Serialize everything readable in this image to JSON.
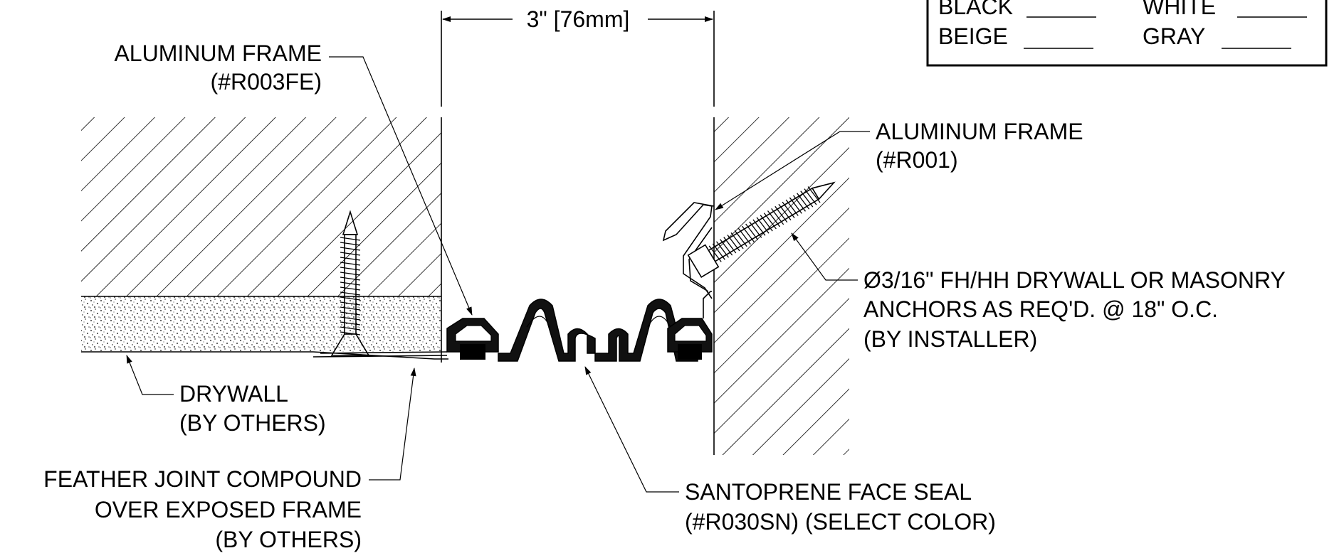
{
  "dimension": {
    "text": "3\" [76mm]"
  },
  "color_box": {
    "items": [
      {
        "label": "BLACK",
        "blank": "_____"
      },
      {
        "label": "WHITE",
        "blank": "_____"
      },
      {
        "label": "BEIGE",
        "blank": "_____"
      },
      {
        "label": "GRAY",
        "blank": "_____"
      }
    ]
  },
  "callouts": {
    "frame_left": {
      "line1": "ALUMINUM FRAME",
      "line2": "(#R003FE)"
    },
    "frame_right": {
      "line1": "ALUMINUM FRAME",
      "line2": "(#R001)"
    },
    "anchors": {
      "line1": "Ø3/16\" FH/HH DRYWALL OR MASONRY",
      "line2": "ANCHORS AS REQ'D. @ 18\" O.C.",
      "line3": "(BY INSTALLER)"
    },
    "drywall": {
      "line1": "DRYWALL",
      "line2": "(BY OTHERS)"
    },
    "feather": {
      "line1": "FEATHER JOINT COMPOUND",
      "line2": "OVER EXPOSED FRAME",
      "line3": "(BY OTHERS)"
    },
    "seal": {
      "line1": "SANTOPRENE FACE SEAL",
      "line2": "(#R030SN) (SELECT COLOR)"
    }
  }
}
